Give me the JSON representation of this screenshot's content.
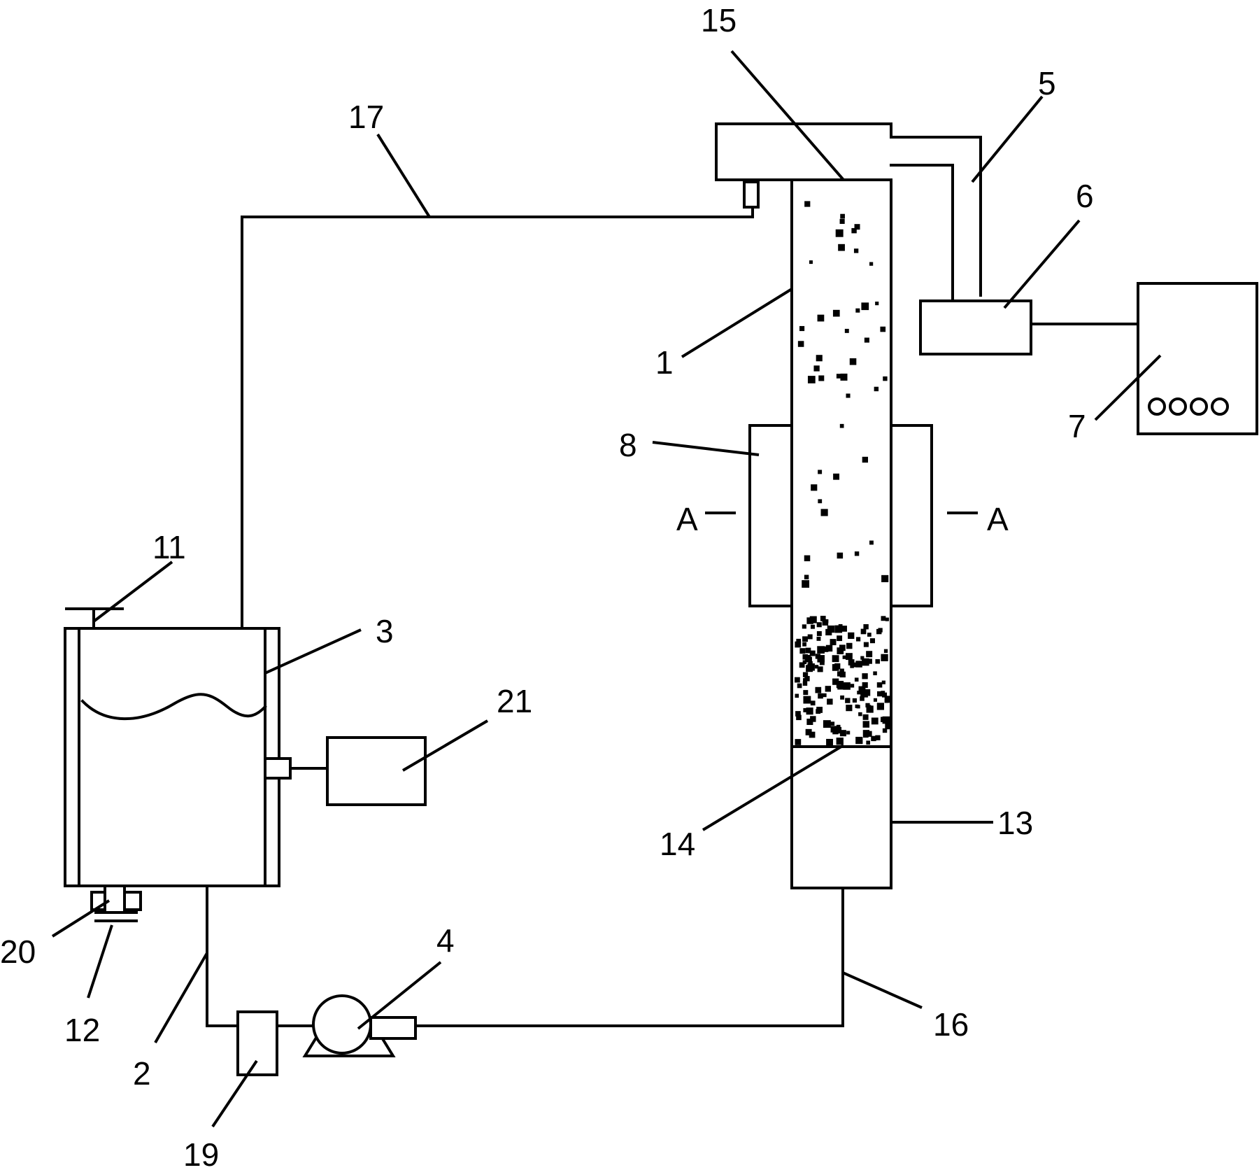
{
  "labels": {
    "l1": "1",
    "l2": "2",
    "l3": "3",
    "l4": "4",
    "l5": "5",
    "l6": "6",
    "l7": "7",
    "l8": "8",
    "l11": "11",
    "l12": "12",
    "l13": "13",
    "l14": "14",
    "l15": "15",
    "l16": "16",
    "l17": "17",
    "l19": "19",
    "l20": "20",
    "l21": "21",
    "section_left": "A",
    "section_right": "A"
  },
  "indicator": {
    "circles": 4
  }
}
